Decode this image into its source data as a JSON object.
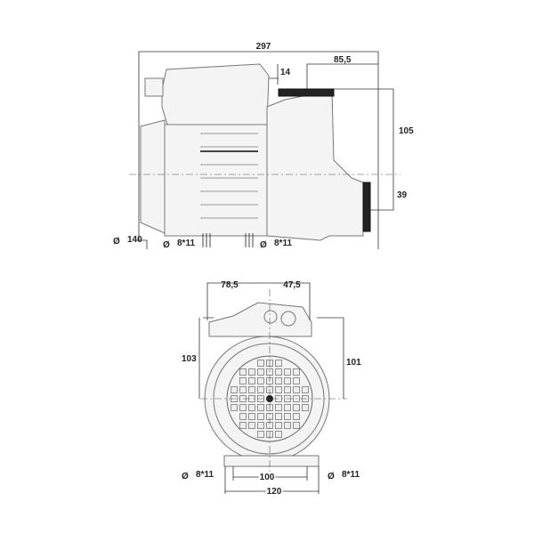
{
  "side_view": {
    "overall_length": "297",
    "top_offset": "14",
    "outlet_offset": "85,5",
    "outlet_height": "105",
    "inlet_height": "39",
    "motor_diameter": "140",
    "foot_hole_left": "8*11",
    "foot_hole_right": "8*11",
    "diameter_symbol": "Ø"
  },
  "front_view": {
    "left_width": "78,5",
    "right_width": "47,5",
    "left_height": "103",
    "right_height": "101",
    "foot_hole_left": "8*11",
    "foot_hole_right": "8*11",
    "foot_inner_span": "100",
    "foot_outer_span": "120",
    "diameter_symbol": "Ø"
  }
}
